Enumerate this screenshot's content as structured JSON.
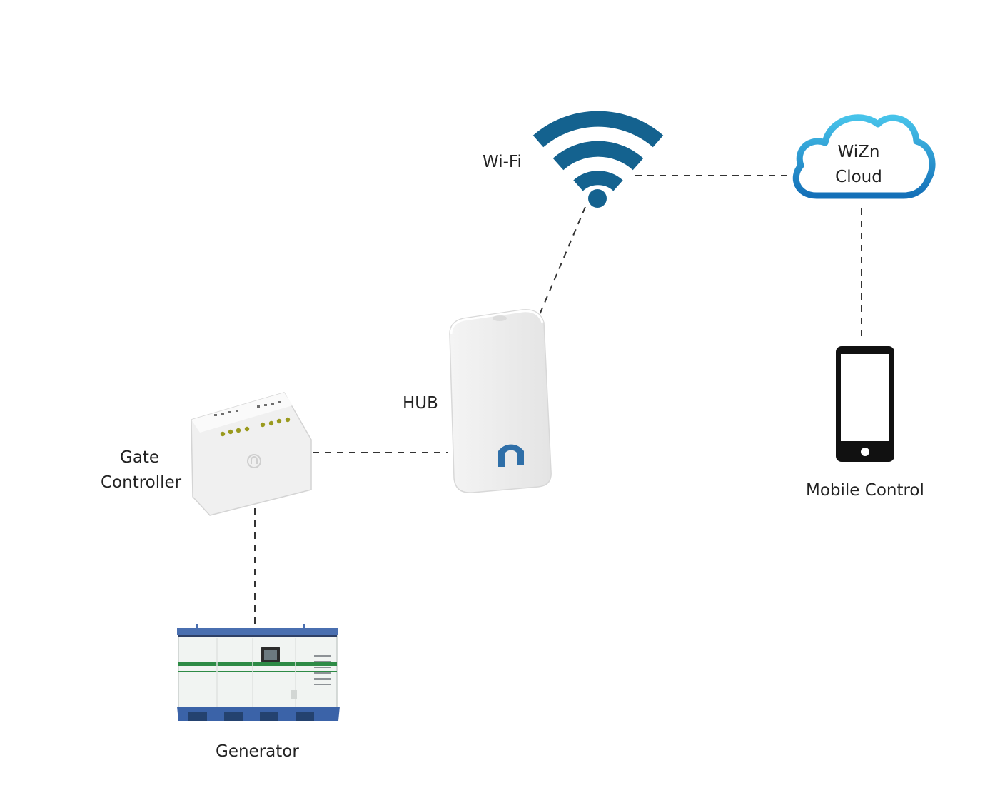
{
  "diagram": {
    "nodes": {
      "wifi": {
        "label": "Wi-Fi",
        "icon": "wifi-icon"
      },
      "cloud": {
        "label_line1": "WiZn",
        "label_line2": "Cloud",
        "icon": "cloud-icon"
      },
      "hub": {
        "label": "HUB",
        "icon": "hub-device-icon"
      },
      "gate_controller": {
        "label_line1": "Gate",
        "label_line2": "Controller",
        "icon": "gate-controller-device-icon"
      },
      "mobile": {
        "label": "Mobile Control",
        "icon": "smartphone-icon"
      },
      "generator": {
        "label": "Generator",
        "icon": "generator-icon"
      }
    },
    "connections": [
      {
        "from": "Wi-Fi",
        "to": "WiZn Cloud",
        "style": "dashed"
      },
      {
        "from": "Wi-Fi",
        "to": "HUB",
        "style": "dashed"
      },
      {
        "from": "WiZn Cloud",
        "to": "Mobile Control",
        "style": "dashed"
      },
      {
        "from": "Gate Controller",
        "to": "HUB",
        "style": "dashed"
      },
      {
        "from": "Gate Controller",
        "to": "Generator",
        "style": "dashed"
      }
    ],
    "colors": {
      "wifi": "#14628f",
      "cloud_outline": "#1f8fc8",
      "hub_logo": "#2f6fa8",
      "generator_stripe": "#2e8b46",
      "generator_base": "#3b63a8",
      "phone": "#111111",
      "connector": "#333333"
    }
  }
}
